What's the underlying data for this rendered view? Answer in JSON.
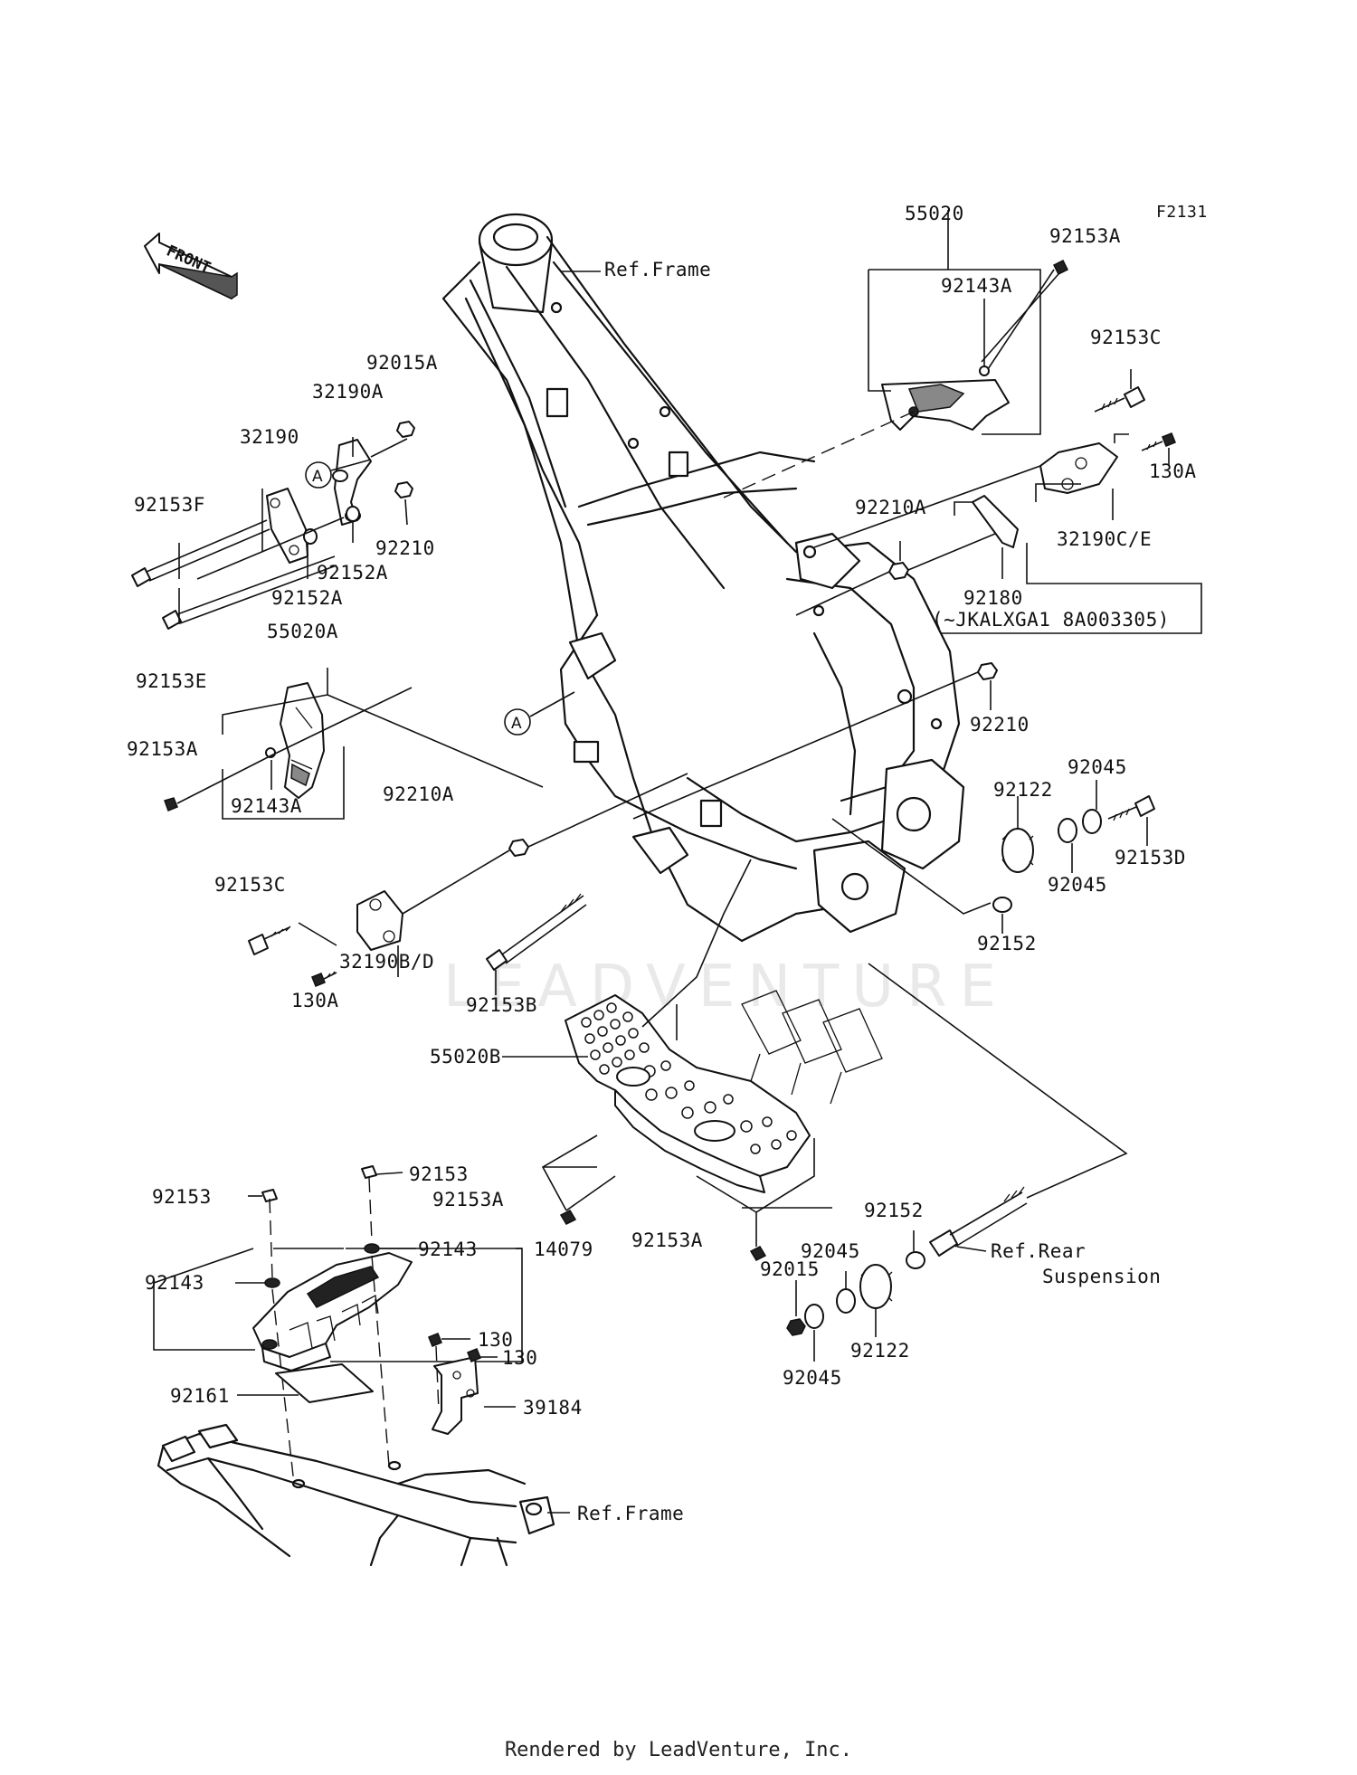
{
  "figure_code": "F2131",
  "watermark": "LEADVENTURE",
  "front_arrow": "FRONT",
  "marker_letter": "A",
  "labels": {
    "p55020": "55020",
    "p92153A_top": "92153A",
    "p92143A_top": "92143A",
    "ref_frame_top": "Ref.Frame",
    "p92153C_right": "92153C",
    "p130A_right": "130A",
    "p32190CE": "32190C/E",
    "p92210A_right": "92210A",
    "p92180": "92180",
    "p92180_note": "(~JKALXGA1 8A003305)",
    "p92015A": "92015A",
    "p32190A": "32190A",
    "p32190": "32190",
    "p92153F": "92153F",
    "p92210_left": "92210",
    "p92152A_1": "92152A",
    "p92152A_2": "92152A",
    "p92153E": "92153E",
    "p55020A": "55020A",
    "p92153A_left": "92153A",
    "p92143A_left": "92143A",
    "p92210A_left": "92210A",
    "p92153C_left": "92153C",
    "p32190BD": "32190B/D",
    "p130A_left": "130A",
    "p92210_right": "92210",
    "p92045_top": "92045",
    "p92122_top": "92122",
    "p92153D": "92153D",
    "p92045_mid": "92045",
    "p92152_mid": "92152",
    "p92153B": "92153B",
    "p55020B": "55020B",
    "p92153_top": "92153",
    "p92153_left": "92153",
    "p92153A_skid1": "92153A",
    "p92143_right": "92143",
    "p14079": "14079",
    "p92143_left": "92143",
    "p92153A_skid2": "92153A",
    "p92152_low": "92152",
    "ref_rear_1": "Ref.Rear",
    "ref_rear_2": "Suspension",
    "p92045_low1": "92045",
    "p92015": "92015",
    "p92122_low": "92122",
    "p92045_low2": "92045",
    "p130_1": "130",
    "p130_2": "130",
    "p39184": "39184",
    "p92161": "92161",
    "ref_frame_bottom": "Ref.Frame"
  },
  "footer": "Rendered by LeadVenture, Inc."
}
